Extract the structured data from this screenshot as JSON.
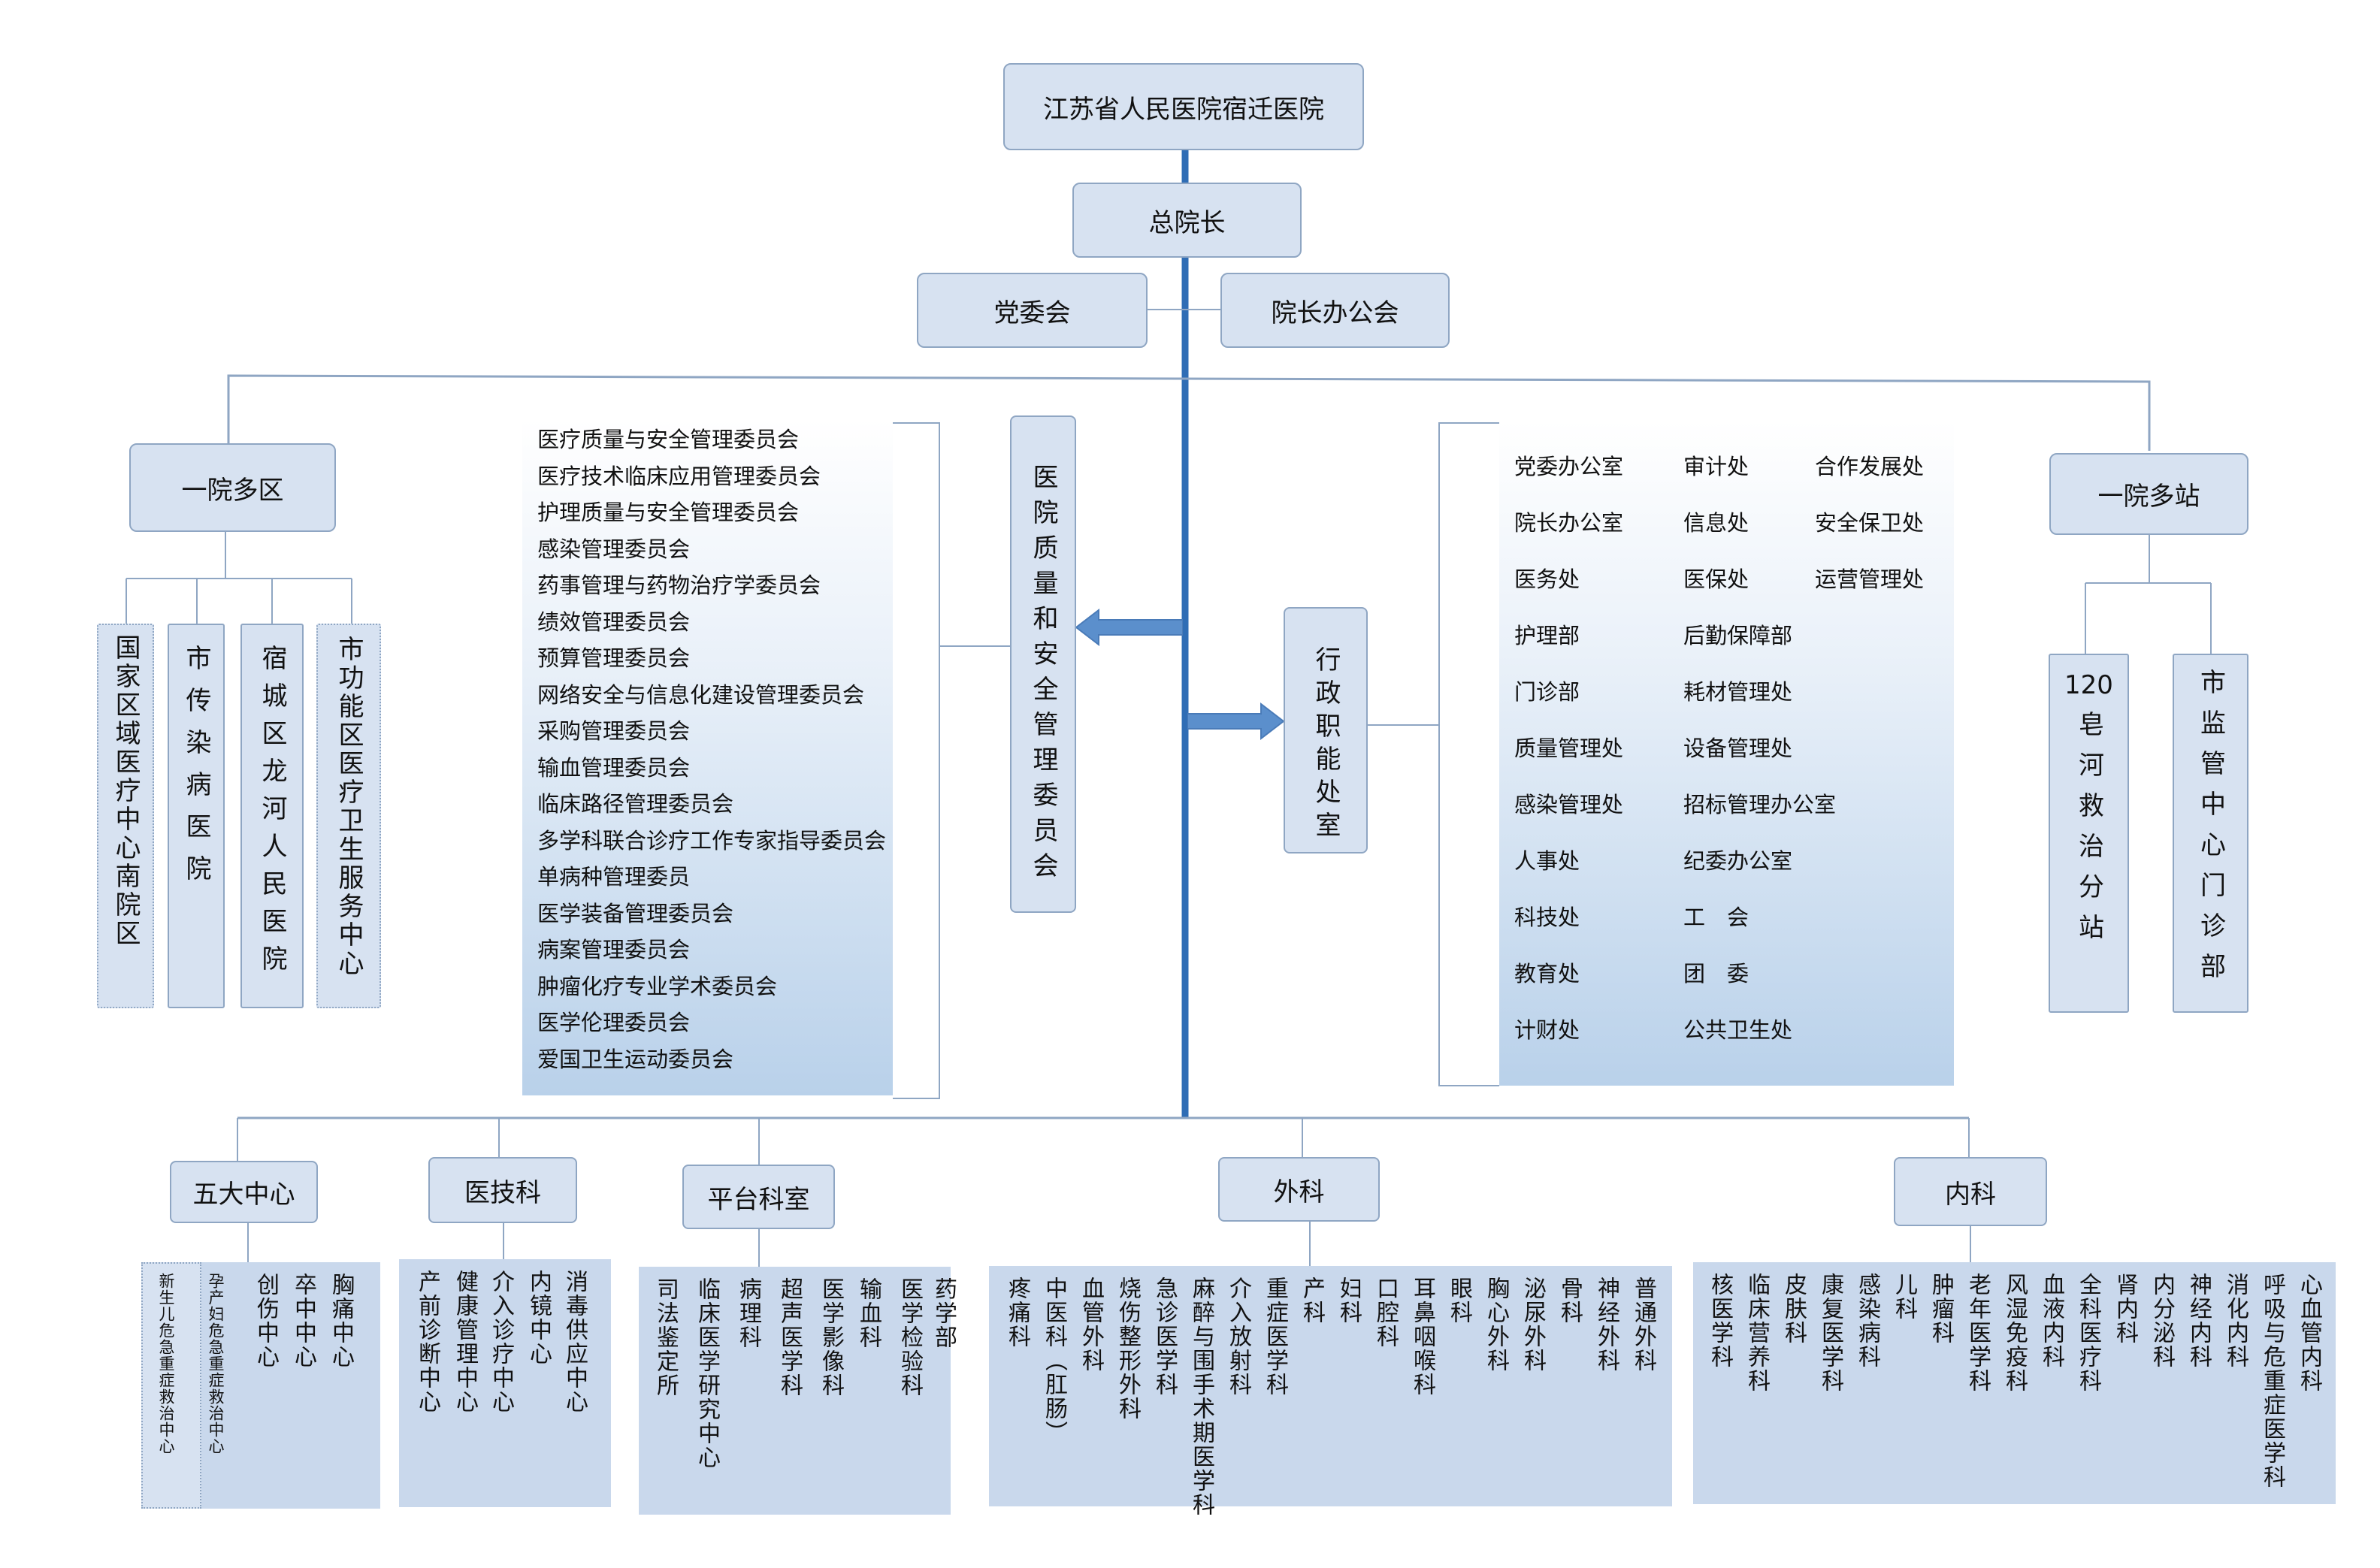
{
  "hospital": "江苏省人民医院宿迁医院",
  "president": "总院长",
  "party_committee": "党委会",
  "president_office_meeting": "院长办公会",
  "one_hospital_multi_district": {
    "title": "一院多区",
    "branches": [
      "国家区域医疗中心南院区",
      "市传染病医院",
      "宿城区龙河人民医院",
      "市功能区医疗卫生服务中心"
    ]
  },
  "quality_committee": {
    "title": "医院质量和安全管理委员会",
    "items": [
      "医疗质量与安全管理委员会",
      "医疗技术临床应用管理委员会",
      "护理质量与安全管理委员会",
      "感染管理委员会",
      "药事管理与药物治疗学委员会",
      "绩效管理委员会",
      "预算管理委员会",
      "网络安全与信息化建设管理委员会",
      "采购管理委员会",
      "输血管理委员会",
      "临床路径管理委员会",
      "多学科联合诊疗工作专家指导委员会",
      "单病种管理委员",
      "医学装备管理委员会",
      "病案管理委员会",
      "肿瘤化疗专业学术委员会",
      "医学伦理委员会",
      "爱国卫生运动委员会"
    ]
  },
  "admin_departments": {
    "title": "行政职能处室",
    "col1": [
      "党委办公室",
      "院长办公室",
      "医务处",
      "护理部",
      "门诊部",
      "质量管理处",
      "感染管理处",
      "人事处",
      "科技处",
      "教育处",
      "计财处"
    ],
    "col2": [
      "审计处",
      "信息处",
      "医保处",
      "后勤保障部",
      "耗材管理处",
      "设备管理处",
      "招标管理办公室",
      "纪委办公室",
      "工　会",
      "团　委",
      "公共卫生处"
    ],
    "col3": [
      "合作发展处",
      "安全保卫处",
      "运营管理处"
    ]
  },
  "one_hospital_multi_station": {
    "title": "一院多站",
    "stations": [
      "120皂河救治分站",
      "市监管中心门诊部"
    ]
  },
  "bottom_groups": [
    {
      "title": "五大中心",
      "items": [
        "新生儿危急重症救治中心",
        "孕产妇危急重症救治中心",
        "创伤中心",
        "卒中中心",
        "胸痛中心"
      ]
    },
    {
      "title": "医技科",
      "items": [
        "产前诊断中心",
        "健康管理中心",
        "介入诊疗中心",
        "内镜中心",
        "消毒供应中心"
      ]
    },
    {
      "title": "平台科室",
      "items": [
        "司法鉴定所",
        "临床医学研究中心",
        "病理科",
        "超声医学科",
        "医学影像科",
        "输血科",
        "医学检验科",
        "药学部"
      ]
    },
    {
      "title": "外科",
      "items": [
        "疼痛科",
        "中医科（肛肠）",
        "血管外科",
        "烧伤整形外科",
        "急诊医学科",
        "麻醉与围手术期医学科",
        "介入放射科",
        "重症医学科",
        "产科",
        "妇科",
        "口腔科",
        "耳鼻咽喉科",
        "眼科",
        "胸心外科",
        "泌尿外科",
        "骨科",
        "神经外科",
        "普通外科"
      ]
    },
    {
      "title": "内科",
      "items": [
        "核医学科",
        "临床营养科",
        "皮肤科",
        "康复医学科",
        "感染病科",
        "儿科",
        "肿瘤科",
        "老年医学科",
        "风湿免疫科",
        "血液内科",
        "全科医疗科",
        "肾内科",
        "内分泌科",
        "神经内科",
        "消化内科",
        "呼吸与危重症医学科",
        "心血管内科"
      ]
    }
  ],
  "colors": {
    "box_fill": "#d7e2f1",
    "box_border": "#8fa6c3",
    "trunk": "#2f6db5",
    "arrow": "#5b8fcc",
    "panel": "#c9d8ec"
  }
}
